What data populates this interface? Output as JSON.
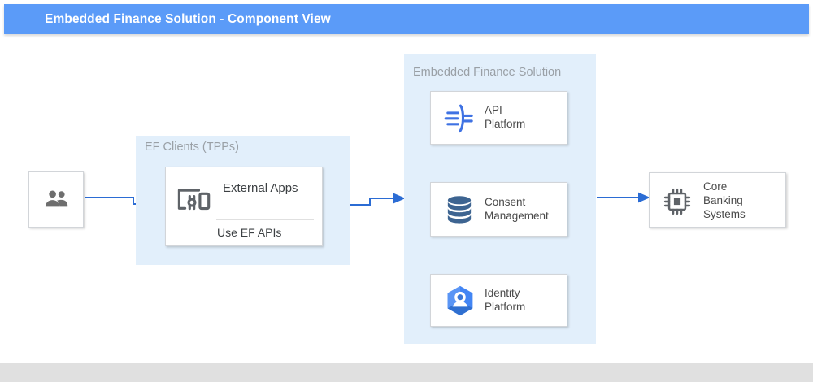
{
  "header": {
    "title": "Embedded Finance Solution - Component View",
    "background_color": "#5b9bf8",
    "text_color": "#ffffff"
  },
  "theme": {
    "group_fill": "#e2effb",
    "group_label_color": "#9aa0a6",
    "node_fill": "#ffffff",
    "node_border": "#d2d5d9",
    "arrow_color": "#2b6cd4",
    "canvas_background": "#ffffff",
    "bottom_strip_color": "#e0e0e0"
  },
  "diagram": {
    "actors": [
      {
        "id": "users",
        "icon": "people-icon",
        "icon_color": "#6e6e6e",
        "label": ""
      }
    ],
    "groups": [
      {
        "id": "ef-clients",
        "label": "EF Clients (TPPs)",
        "nodes": [
          {
            "id": "external-apps",
            "icon": "devices-icon",
            "icon_color": "#5f6368",
            "title": "External Apps",
            "subtitle": "Use EF APIs"
          }
        ]
      },
      {
        "id": "embedded-finance-solution",
        "label": "Embedded Finance Solution",
        "nodes": [
          {
            "id": "api-platform",
            "icon": "apigee-api-platform-icon",
            "icon_color": "#3f72e3",
            "title": "API\nPlatform"
          },
          {
            "id": "consent-management",
            "icon": "database-icon",
            "icon_color": "#3d6491",
            "title": "Consent\nManagement"
          },
          {
            "id": "identity-platform",
            "icon": "identity-platform-icon",
            "icon_color": "#4285f4",
            "title": "Identity\nPlatform"
          }
        ]
      }
    ],
    "systems": [
      {
        "id": "core-banking",
        "icon": "chip-icon",
        "icon_color": "#5f6368",
        "title": "Core\nBanking\nSystems"
      }
    ],
    "connections": [
      {
        "id": "users-to-external-apps",
        "from": "users",
        "to": "external-apps",
        "label": ""
      },
      {
        "id": "external-apps-to-efs",
        "from": "external-apps",
        "to": "embedded-finance-solution",
        "label": ""
      },
      {
        "id": "efs-to-core-banking",
        "from": "embedded-finance-solution",
        "to": "core-banking",
        "label": ""
      }
    ]
  }
}
